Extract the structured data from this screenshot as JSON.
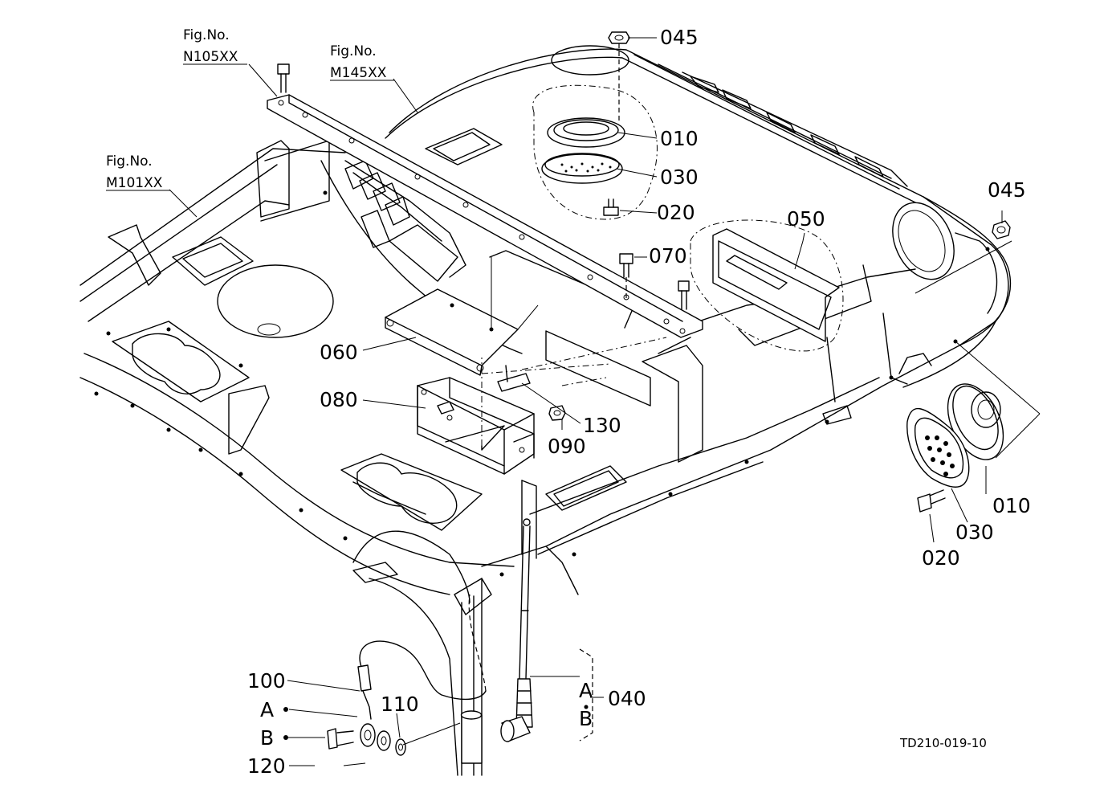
{
  "figure_refs": {
    "n105": {
      "line1": "Fig.No.",
      "line2": "N105XX"
    },
    "m145": {
      "line1": "Fig.No.",
      "line2": "M145XX"
    },
    "m101": {
      "line1": "Fig.No.",
      "line2": "M101XX"
    }
  },
  "parts": {
    "p045_top": "045",
    "p010_top": "010",
    "p030_top": "030",
    "p020_top": "020",
    "p045_right": "045",
    "p050": "050",
    "p070": "070",
    "p060": "060",
    "p080": "080",
    "p130": "130",
    "p090": "090",
    "p010_right": "010",
    "p030_right": "030",
    "p020_right": "020",
    "p100": "100",
    "p110": "110",
    "p120": "120",
    "p040": "040"
  },
  "callouts": {
    "a_left": "A",
    "b_left": "B",
    "a_right": "A",
    "b_right": "B"
  },
  "drawing_code": "TD210-019-10"
}
